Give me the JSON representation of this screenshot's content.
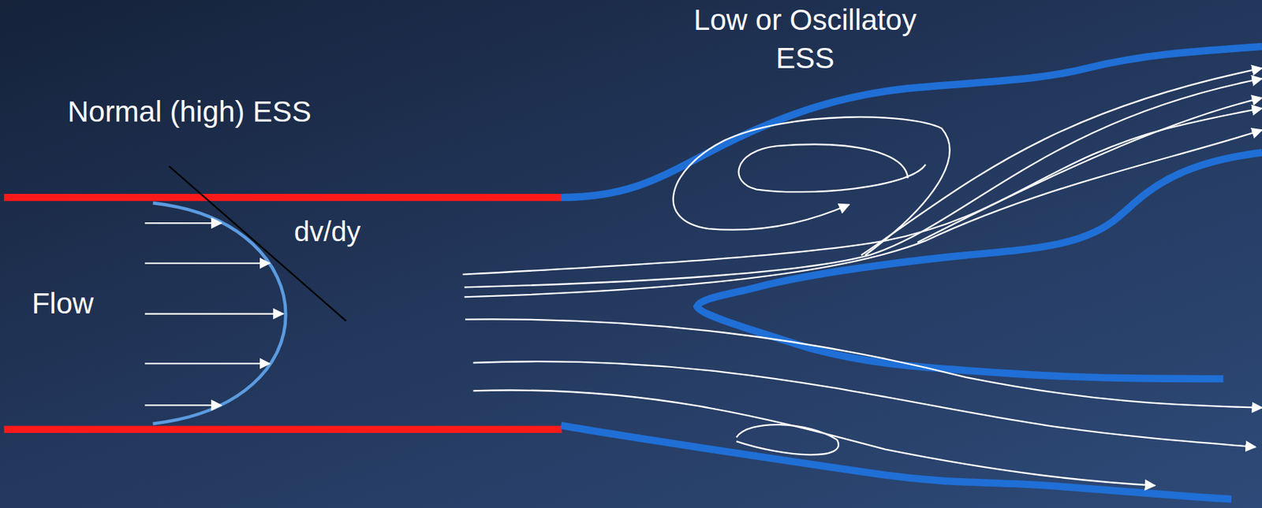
{
  "diagram": {
    "labels": [
      "Low or Oscillatoy ESS",
      "Normal (high) ESS",
      "dv/dy",
      "Flow"
    ]
  }
}
